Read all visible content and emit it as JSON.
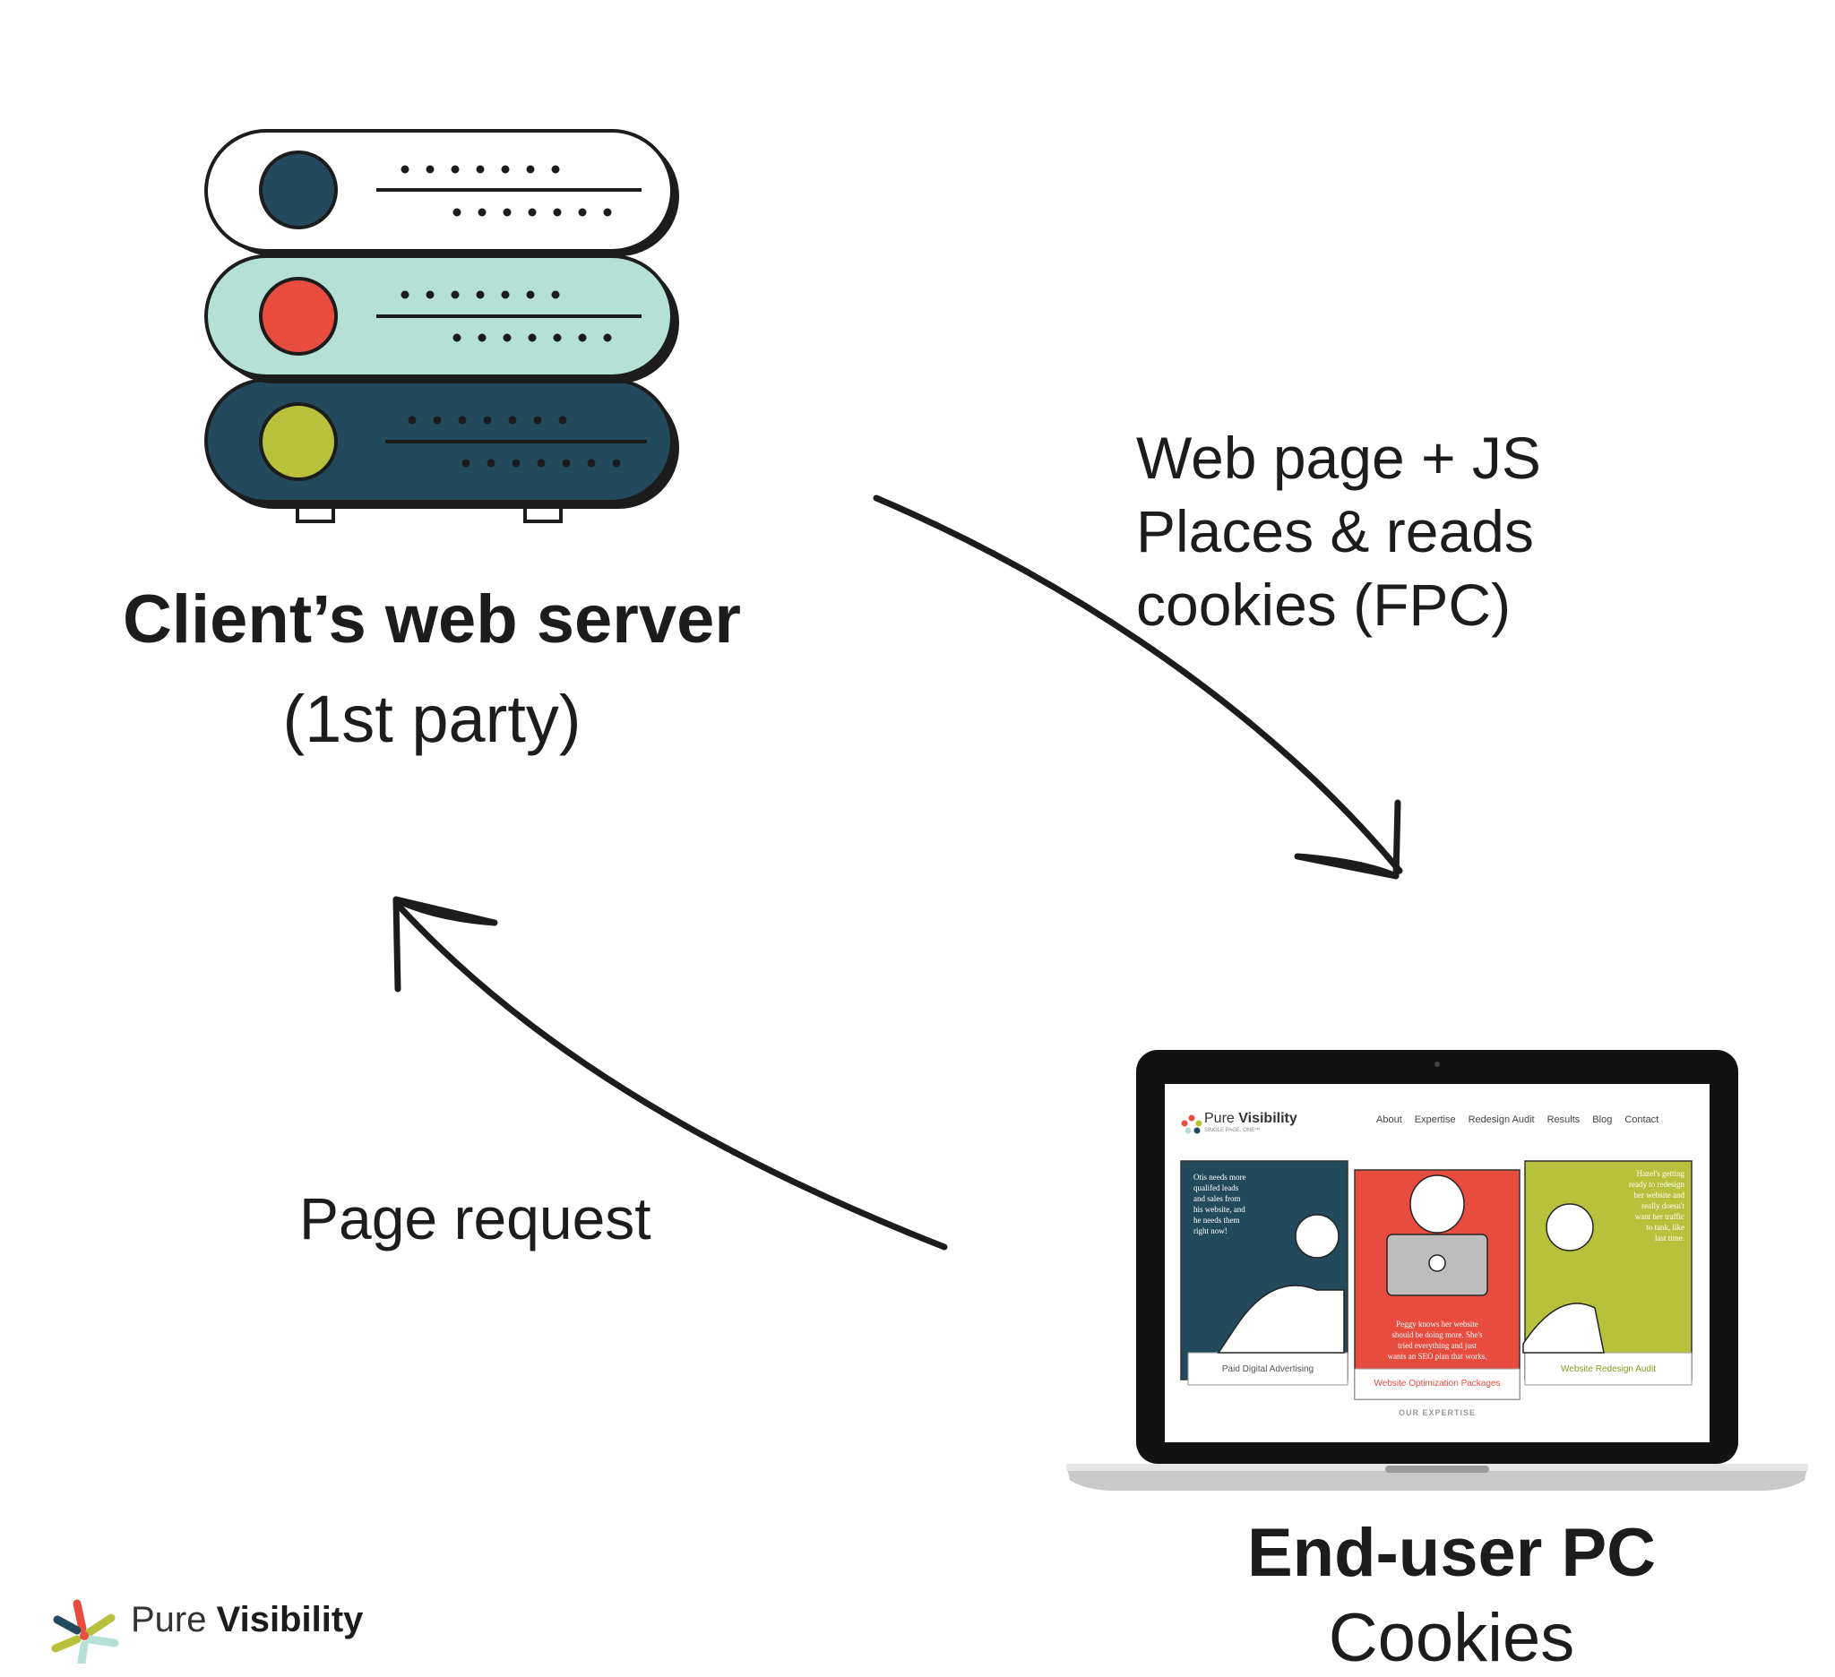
{
  "server": {
    "title": "Client’s web server",
    "subtitle": "(1st party)"
  },
  "edges": {
    "response_lines": [
      "Web page + JS",
      "Places & reads",
      "cookies (FPC)"
    ],
    "request": "Page request"
  },
  "pc": {
    "title": "End-user PC",
    "subtitle": "Cookies",
    "screen": {
      "brand": "Pure Visibility",
      "brand_light": "Pure",
      "brand_bold": "Visibility",
      "tagline": "SINGLE PAGE. ONE™",
      "nav": [
        "About",
        "Expertise",
        "Redesign Audit",
        "Results",
        "Blog",
        "Contact"
      ],
      "cards": [
        {
          "caption": [
            "Otis needs more",
            "qualifed leads",
            "and sales from",
            "his website, and",
            "he needs them",
            "right now!"
          ],
          "footer": "Paid Digital Advertising"
        },
        {
          "caption": [
            "Peggy knows her website",
            "should be doing more. She's",
            "tried everything and just",
            "wants an SEO plan that works."
          ],
          "footer": "Website Optimization Packages"
        },
        {
          "caption": [
            "Hazel's getting",
            "ready to redesign",
            "her website and",
            "really doesn't",
            "want her traffic",
            "to tank, like",
            "last time."
          ],
          "footer": "Website Redesign Audit"
        }
      ],
      "section": "OUR EXPERTISE"
    }
  },
  "logo": {
    "light": "Pure",
    "bold": "Visibility"
  },
  "colors": {
    "navy": "#234a5c",
    "mint": "#b4e0d6",
    "red": "#e84c3f",
    "olive": "#b7c13b",
    "ink": "#1c1c1c"
  }
}
